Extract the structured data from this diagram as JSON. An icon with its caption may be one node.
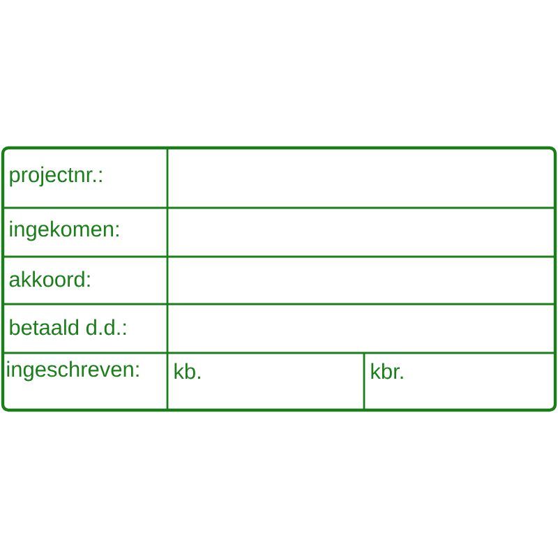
{
  "diagram": {
    "labels": [
      "projectnr.:",
      "ingekomen:",
      "akkoord:",
      "betaald d.d.:",
      "ingeschreven:",
      "kb.",
      "kbr."
    ]
  }
}
